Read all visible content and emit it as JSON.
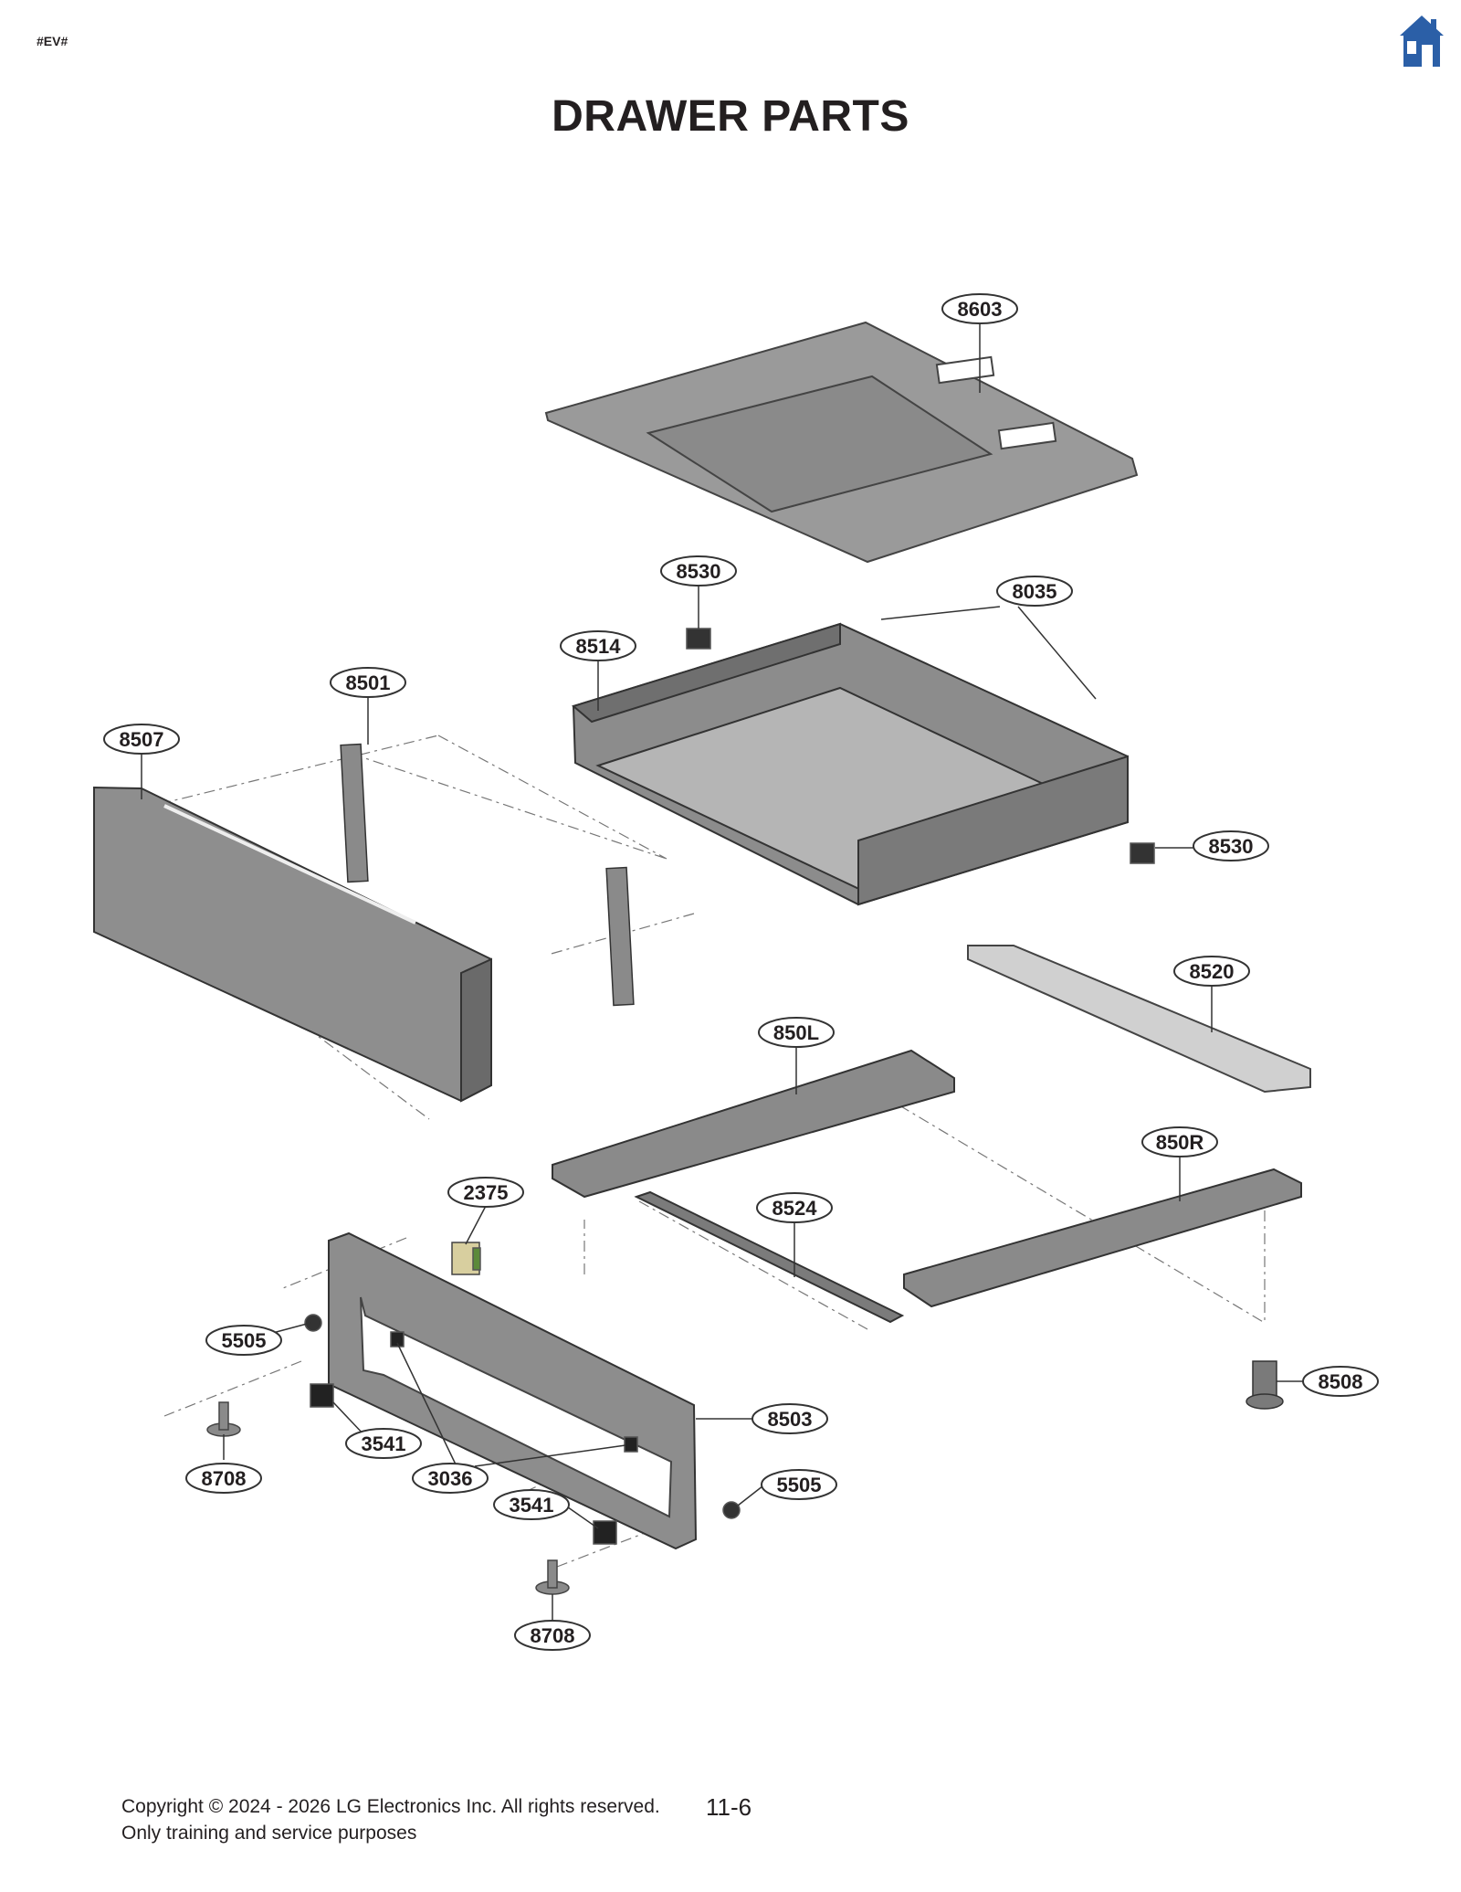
{
  "page": {
    "tag": "#EV#",
    "title": "DRAWER PARTS",
    "page_number": "11-6"
  },
  "icons": {
    "home": "home-icon"
  },
  "colors": {
    "home_icon": "#2b5fa7",
    "text": "#231f20",
    "part_gray": "#8f8f8f"
  },
  "callouts": [
    "8603",
    "8530",
    "8035",
    "8514",
    "8501",
    "8507",
    "8530",
    "8520",
    "850L",
    "850R",
    "2375",
    "8524",
    "5505",
    "8508",
    "8503",
    "3541",
    "8708",
    "3036",
    "5505",
    "3541",
    "8708"
  ],
  "footer": {
    "copyright": "Copyright © 2024 - 2026 LG Electronics Inc. All rights reserved.",
    "note": "Only training and service purposes"
  }
}
